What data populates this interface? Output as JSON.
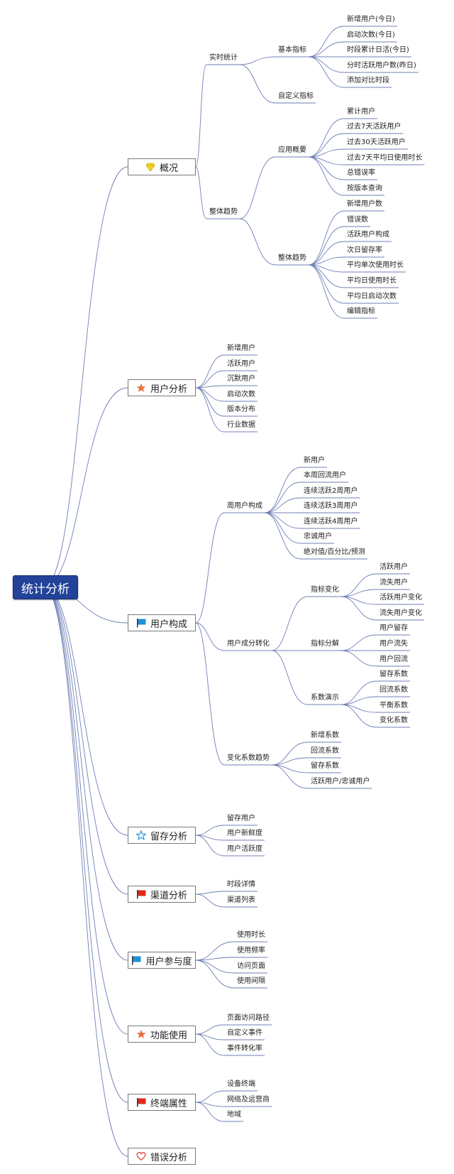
{
  "root": "统计分析",
  "branches": [
    {
      "label": "概况",
      "icon": "gem-icon",
      "children": [
        {
          "label": "实时统计",
          "children": [
            {
              "label": "基本指标",
              "children": [
                "新增用户(今日)",
                "启动次数(今日)",
                "时段累计日活(今日)",
                "分时活跃用户数(昨日)",
                "添加对比时段"
              ]
            },
            {
              "label": "自定义指标",
              "children": []
            }
          ]
        },
        {
          "label": "整体趋势",
          "children": [
            {
              "label": "应用概要",
              "children": [
                "累计用户",
                "过去7天活跃用户",
                "过去30天活跃用户",
                "过去7天平均日使用时长",
                "总错误率",
                "按版本查询"
              ]
            },
            {
              "label": "整体趋势",
              "children": [
                "新增用户数",
                "错误数",
                "活跃用户构成",
                "次日留存率",
                "平均单次使用时长",
                "平均日使用时长",
                "平均日启动次数",
                "编辑指标"
              ]
            }
          ]
        }
      ]
    },
    {
      "label": "用户分析",
      "icon": "orange-star-icon",
      "children": [
        "新增用户",
        "活跃用户",
        "沉默用户",
        "启动次数",
        "版本分布",
        "行业数据"
      ]
    },
    {
      "label": "用户构成",
      "icon": "blue-flag-icon",
      "children": [
        {
          "label": "周用户构成",
          "children": [
            "新用户",
            "本周回流用户",
            "连续活跃2周用户",
            "连续活跃3周用户",
            "连续活跃4周用户",
            "忠诚用户",
            "绝对值/百分比/预测"
          ]
        },
        {
          "label": "用户成分转化",
          "children": [
            {
              "label": "指标变化",
              "children": [
                "活跃用户",
                "流失用户",
                "活跃用户变化",
                "流失用户变化"
              ]
            },
            {
              "label": "指标分解",
              "children": [
                "用户留存",
                "用户流失",
                "用户回流"
              ]
            },
            {
              "label": "系数演示",
              "children": [
                "留存系数",
                "回流系数",
                "平衡系数",
                "变化系数"
              ]
            }
          ]
        },
        {
          "label": "变化系数趋势",
          "children": [
            "新增系数",
            "回流系数",
            "留存系数",
            "活跃用户/忠诚用户"
          ]
        }
      ]
    },
    {
      "label": "留存分析",
      "icon": "blue-outline-star-icon",
      "children": [
        "留存用户",
        "用户新鲜度",
        "用户活跃度"
      ]
    },
    {
      "label": "渠道分析",
      "icon": "red-flag-icon",
      "children": [
        "时段详情",
        "渠道列表"
      ]
    },
    {
      "label": "用户参与度",
      "icon": "blue-flag-icon",
      "children": [
        "使用时长",
        "使用频率",
        "访问页面",
        "使用间隔"
      ]
    },
    {
      "label": "功能使用",
      "icon": "orange-star-icon",
      "children": [
        "页面访问路径",
        "自定义事件",
        "事件转化率"
      ]
    },
    {
      "label": "终端属性",
      "icon": "red-flag-icon",
      "children": [
        "设备终端",
        "网络及运营商",
        "地域"
      ]
    },
    {
      "label": "错误分析",
      "icon": "red-heart-icon",
      "children": []
    }
  ],
  "colors": {
    "root_bg": "#23439a",
    "line": "#6f7fb6",
    "star": "#e8703a",
    "flag_blue": "#1e8fd5",
    "flag_red": "#e0281e",
    "gem": "#f4d52b",
    "heart": "#d9342b",
    "outline_star": "#2f93e0"
  }
}
